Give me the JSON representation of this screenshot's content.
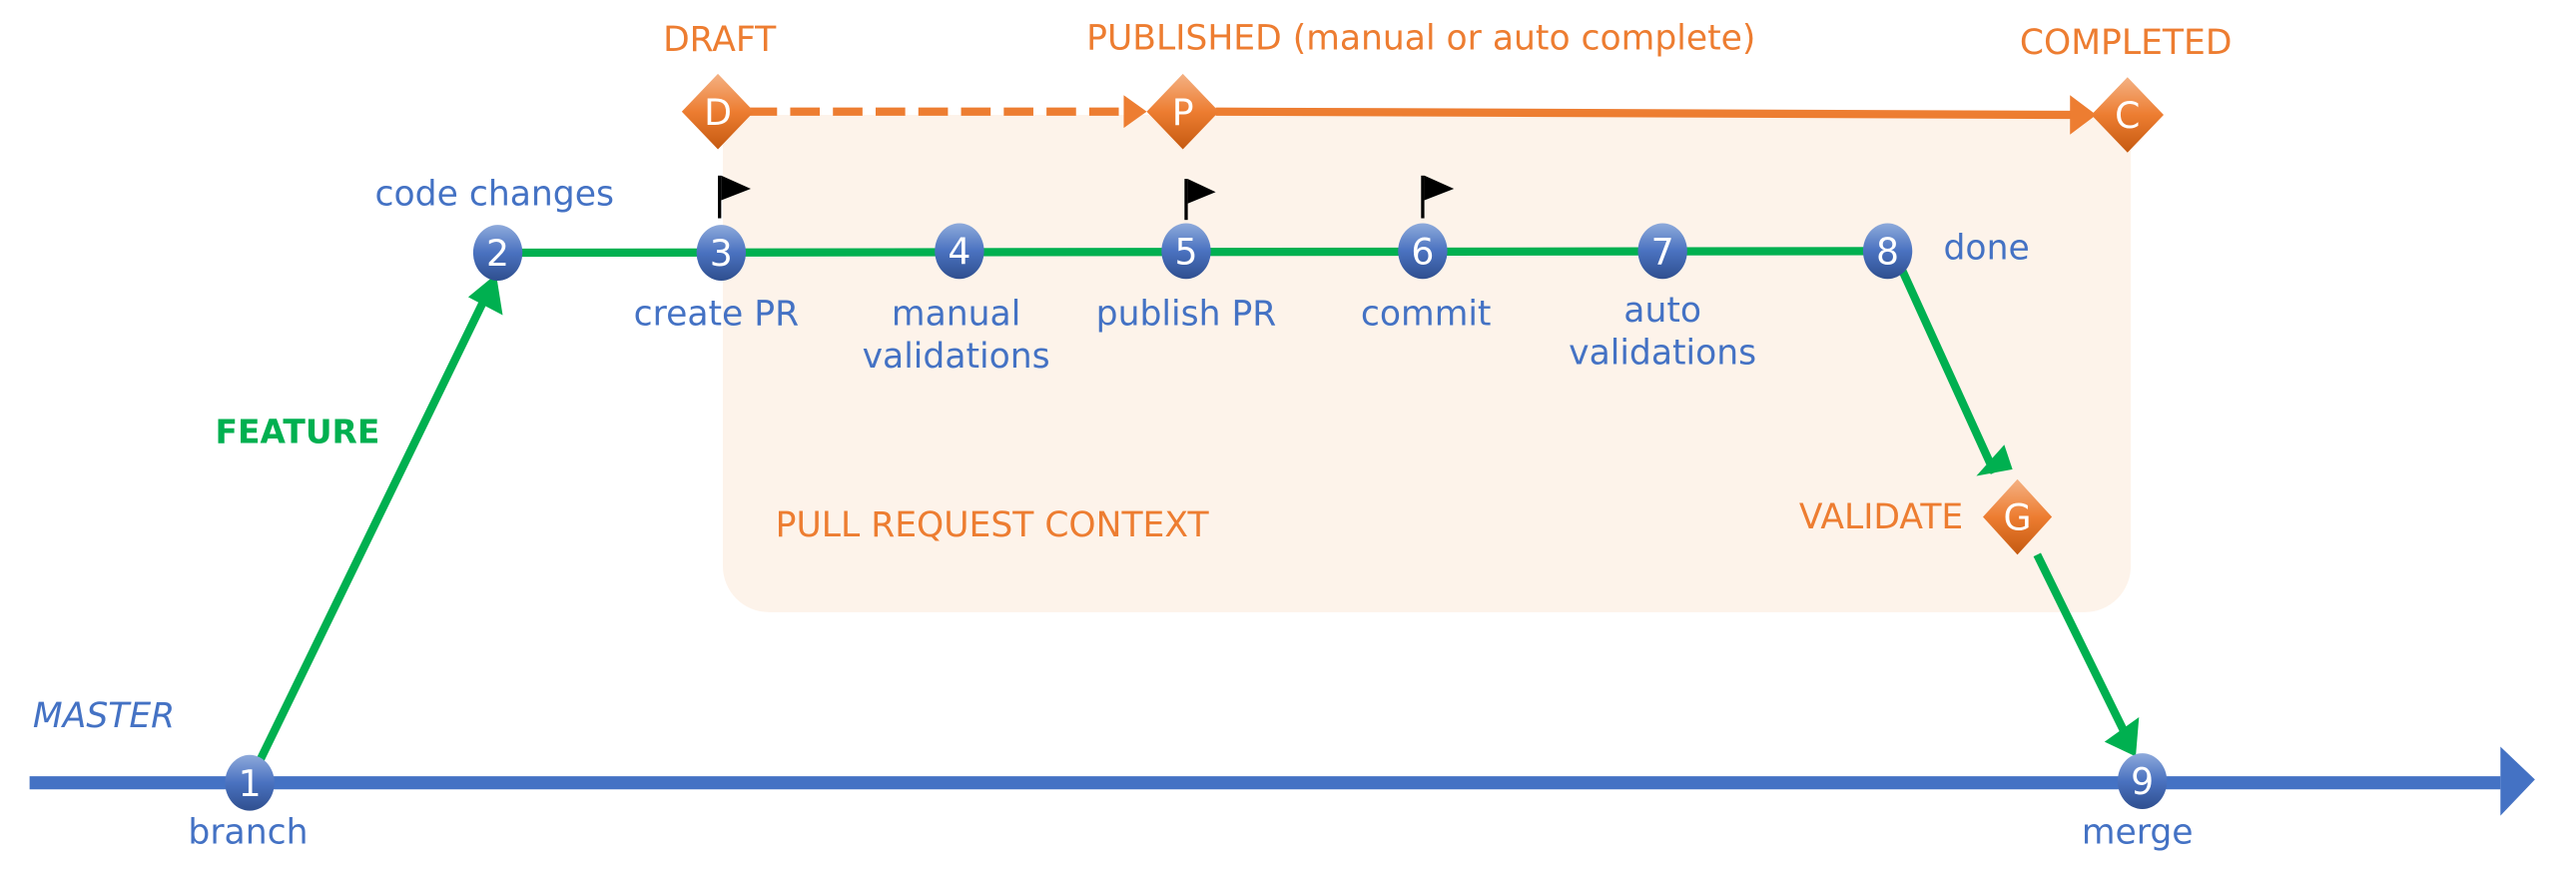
{
  "colors": {
    "master": "#4472c4",
    "feature": "#00b050",
    "pr": "#ed7d31",
    "context_bg": "#fdf3ea",
    "node_top": "#8eaadb",
    "node_bottom": "#2f4f8f",
    "gate_top": "#f4b183",
    "gate_bottom": "#c55a11",
    "flag": "#000000"
  },
  "branches": {
    "master_label": "MASTER",
    "feature_label": "FEATURE"
  },
  "context": {
    "label": "PULL REQUEST CONTEXT"
  },
  "states": [
    {
      "letter": "D",
      "label": "DRAFT"
    },
    {
      "letter": "P",
      "label": "PUBLISHED (manual or auto complete)"
    },
    {
      "letter": "C",
      "label": "COMPLETED"
    }
  ],
  "gate": {
    "letter": "G",
    "label": "VALIDATE"
  },
  "nodes": [
    {
      "num": "1",
      "label": "branch",
      "flag": false
    },
    {
      "num": "2",
      "label": "code changes",
      "flag": false
    },
    {
      "num": "3",
      "label": "create PR",
      "flag": true
    },
    {
      "num": "4",
      "label": "manual validations",
      "label_lines": [
        "manual",
        "validations"
      ],
      "flag": false
    },
    {
      "num": "5",
      "label": "publish PR",
      "flag": true
    },
    {
      "num": "6",
      "label": "commit",
      "flag": true
    },
    {
      "num": "7",
      "label": "auto validations",
      "label_lines": [
        "auto",
        "validations"
      ],
      "flag": false
    },
    {
      "num": "8",
      "label": "done",
      "flag": false
    },
    {
      "num": "9",
      "label": "merge",
      "flag": false
    }
  ]
}
